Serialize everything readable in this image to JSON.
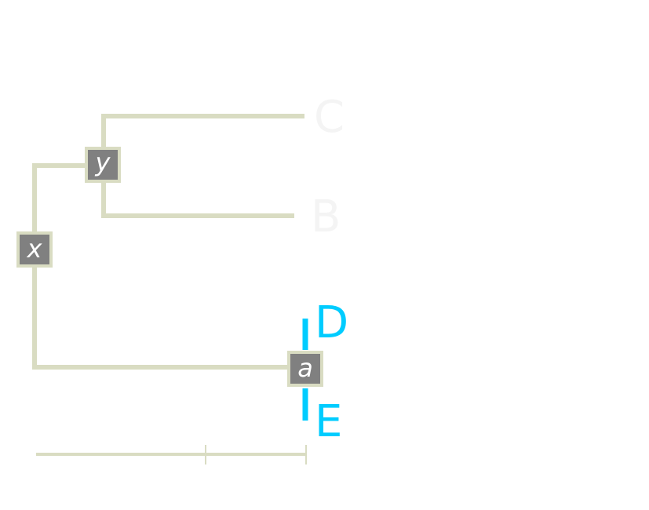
{
  "tree": {
    "nodes": {
      "x": "x",
      "y": "y",
      "a": "a"
    },
    "leaves": {
      "C": "C",
      "B": "B",
      "D": "D",
      "E": "E"
    }
  },
  "colors": {
    "branch": "#d9dcc2",
    "node_fill": "#808080",
    "node_text": "#ffffff",
    "leaf_highlight": "#00ccff",
    "leaf_faint": "#f4f4f4"
  }
}
